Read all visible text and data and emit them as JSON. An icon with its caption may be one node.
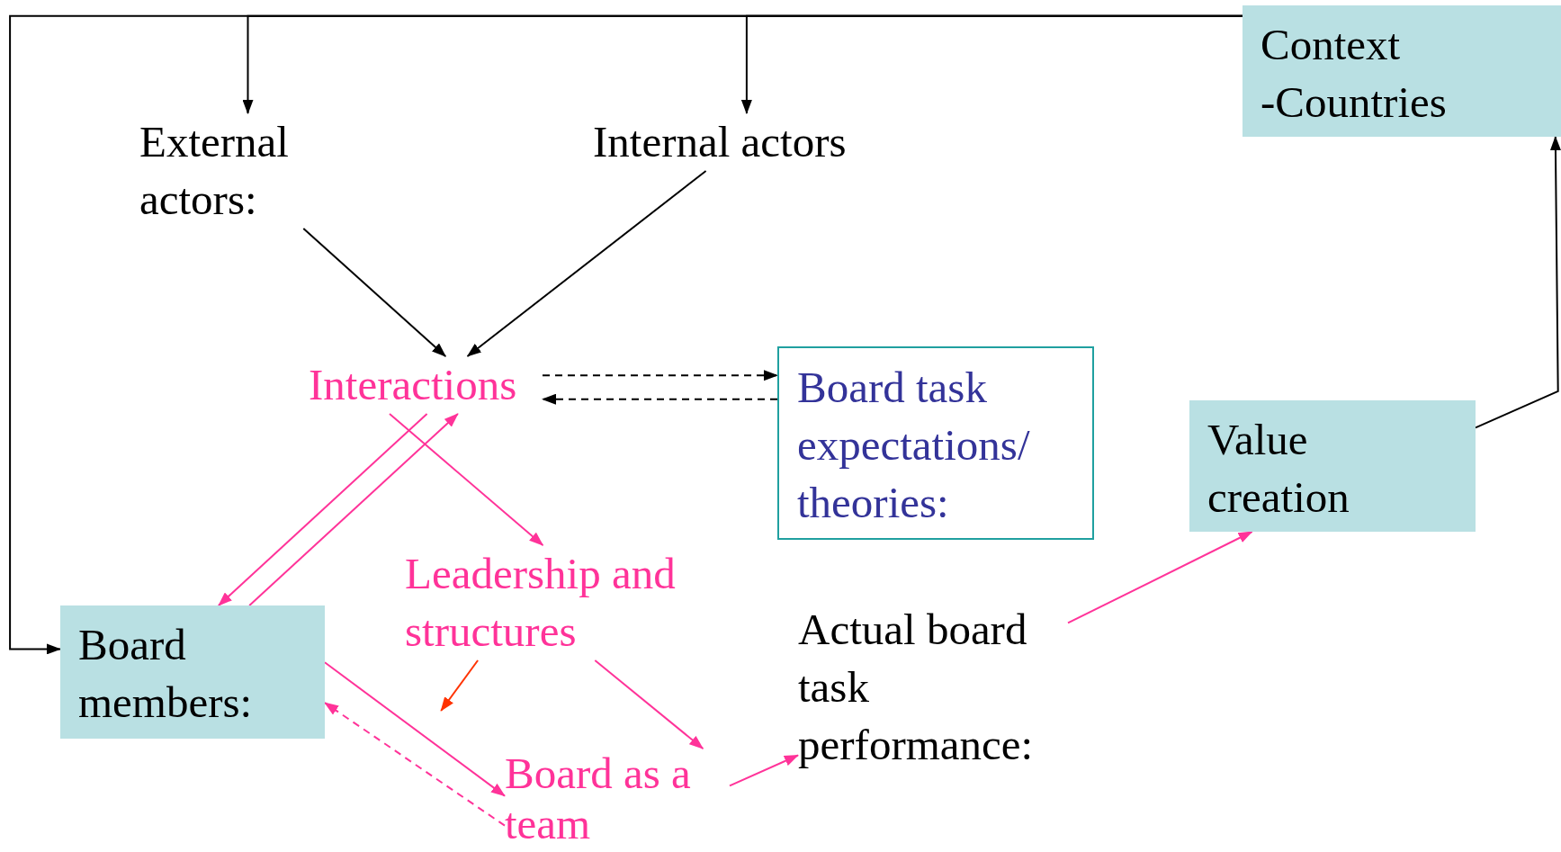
{
  "diagram": {
    "nodes": [
      {
        "text": [
          "Context -Countries"
        ]
      },
      {
        "text": [
          "External actors:"
        ]
      },
      {
        "text": [
          "Internal actors"
        ]
      },
      {
        "text": [
          "Interactions"
        ]
      },
      {
        "text": [
          "Board task expectations/ theories:"
        ]
      },
      {
        "text": [
          "Value creation"
        ]
      },
      {
        "text": [
          "Board members:"
        ]
      },
      {
        "text": [
          "Leadership and structures"
        ]
      },
      {
        "text": [
          "Actual board task performance:"
        ]
      },
      {
        "text": [
          "Board as a team"
        ]
      }
    ],
    "edges": [
      {
        "from": 0,
        "to": 1,
        "arrow": "to"
      },
      {
        "from": 0,
        "to": 2,
        "arrow": "to"
      },
      {
        "from": 0,
        "to": 6,
        "arrow": "to"
      },
      {
        "from": 5,
        "to": 0,
        "arrow": "to"
      },
      {
        "from": 1,
        "to": 3,
        "arrow": "to"
      },
      {
        "from": 2,
        "to": 3,
        "arrow": "to"
      },
      {
        "from": 3,
        "to": 4,
        "arrow": "to",
        "style": "dashed"
      },
      {
        "from": 4,
        "to": 3,
        "arrow": "to",
        "style": "dashed"
      },
      {
        "from": 3,
        "to": 7,
        "arrow": "to",
        "color": "#ff3399"
      },
      {
        "from": 3,
        "to": 6,
        "arrow": "to",
        "color": "#ff3399"
      },
      {
        "from": 6,
        "to": 3,
        "arrow": "to",
        "color": "#ff3399"
      },
      {
        "from": 7,
        "to": null,
        "arrow": "to",
        "color": "#ff3300"
      },
      {
        "from": 7,
        "to": 9,
        "arrow": "to",
        "color": "#ff3399"
      },
      {
        "from": 6,
        "to": 9,
        "arrow": "to",
        "color": "#ff3399"
      },
      {
        "from": 9,
        "to": 6,
        "arrow": "to",
        "style": "dashed",
        "color": "#ff3399"
      },
      {
        "from": 9,
        "to": 8,
        "arrow": "to",
        "color": "#ff3399"
      },
      {
        "from": 8,
        "to": 5,
        "arrow": "to",
        "color": "#ff3399"
      }
    ]
  }
}
